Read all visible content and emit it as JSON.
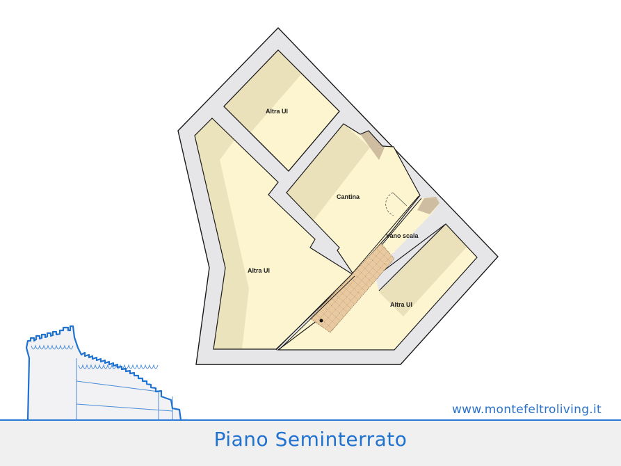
{
  "floorplan": {
    "title": "Piano Seminterrato",
    "rooms": [
      {
        "id": "altra-ui-top",
        "label": "Altra UI"
      },
      {
        "id": "altra-ui-left",
        "label": "Altra UI"
      },
      {
        "id": "cantina",
        "label": "Cantina"
      },
      {
        "id": "vano-scala",
        "label": "Vano scala"
      },
      {
        "id": "altra-ui-right",
        "label": "Altra UI"
      }
    ],
    "colors": {
      "wall": "#e6e6e9",
      "room_light": "#fdf5cf",
      "room_shade": "#e8dfb8",
      "stair": "#e9caa0",
      "outline": "#1a1a1a"
    }
  },
  "branding": {
    "website": "www.montefeltroliving.it",
    "logo_icon": "castle-fortress-icon",
    "accent_color": "#1f72d0"
  }
}
